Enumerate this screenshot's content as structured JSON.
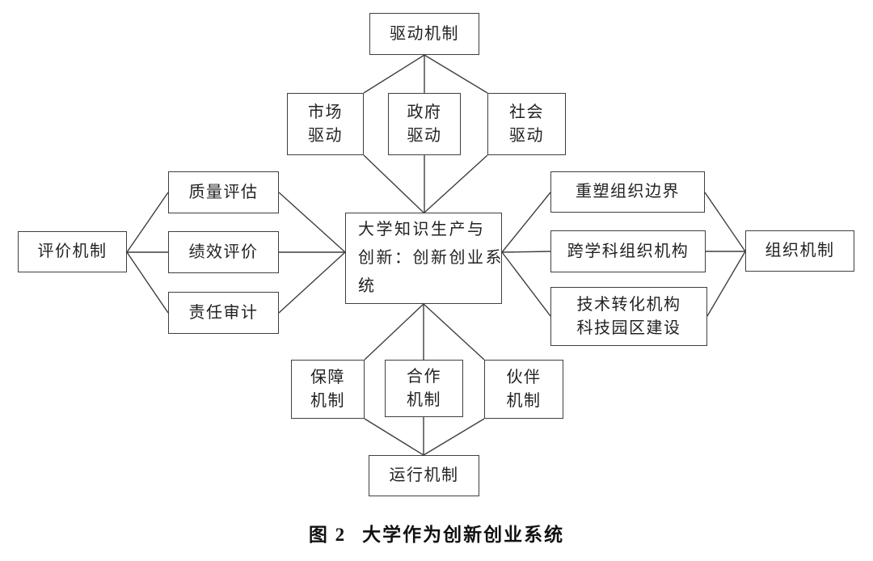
{
  "figure": {
    "caption": {
      "prefix": "图 2",
      "title": "大学作为创新创业系统"
    },
    "colors": {
      "line": "#3f3f3f",
      "border": "#3f3f3f",
      "text": "#222222",
      "background": "#ffffff"
    },
    "nodes": {
      "drive": {
        "label": "驱动机制"
      },
      "market": {
        "line1": "市场",
        "line2": "驱动"
      },
      "government": {
        "line1": "政府",
        "line2": "驱动"
      },
      "society": {
        "line1": "社会",
        "line2": "驱动"
      },
      "center": {
        "line1": "大学知识生产与",
        "line2": "创新：创新创业系",
        "line3": "统"
      },
      "evaluation": {
        "label": "评价机制"
      },
      "quality": {
        "label": "质量评估"
      },
      "performance": {
        "label": "绩效评价"
      },
      "audit": {
        "label": "责任审计"
      },
      "reshape": {
        "label": "重塑组织边界"
      },
      "interdisciplinary": {
        "label": "跨学科组织机构"
      },
      "tech_transfer": {
        "line1": "技术转化机构",
        "line2": "科技园区建设"
      },
      "organization": {
        "label": "组织机制"
      },
      "guarantee": {
        "line1": "保障",
        "line2": "机制"
      },
      "cooperation": {
        "line1": "合作",
        "line2": "机制"
      },
      "partner": {
        "line1": "伙伴",
        "line2": "机制"
      },
      "operation": {
        "label": "运行机制"
      }
    }
  }
}
